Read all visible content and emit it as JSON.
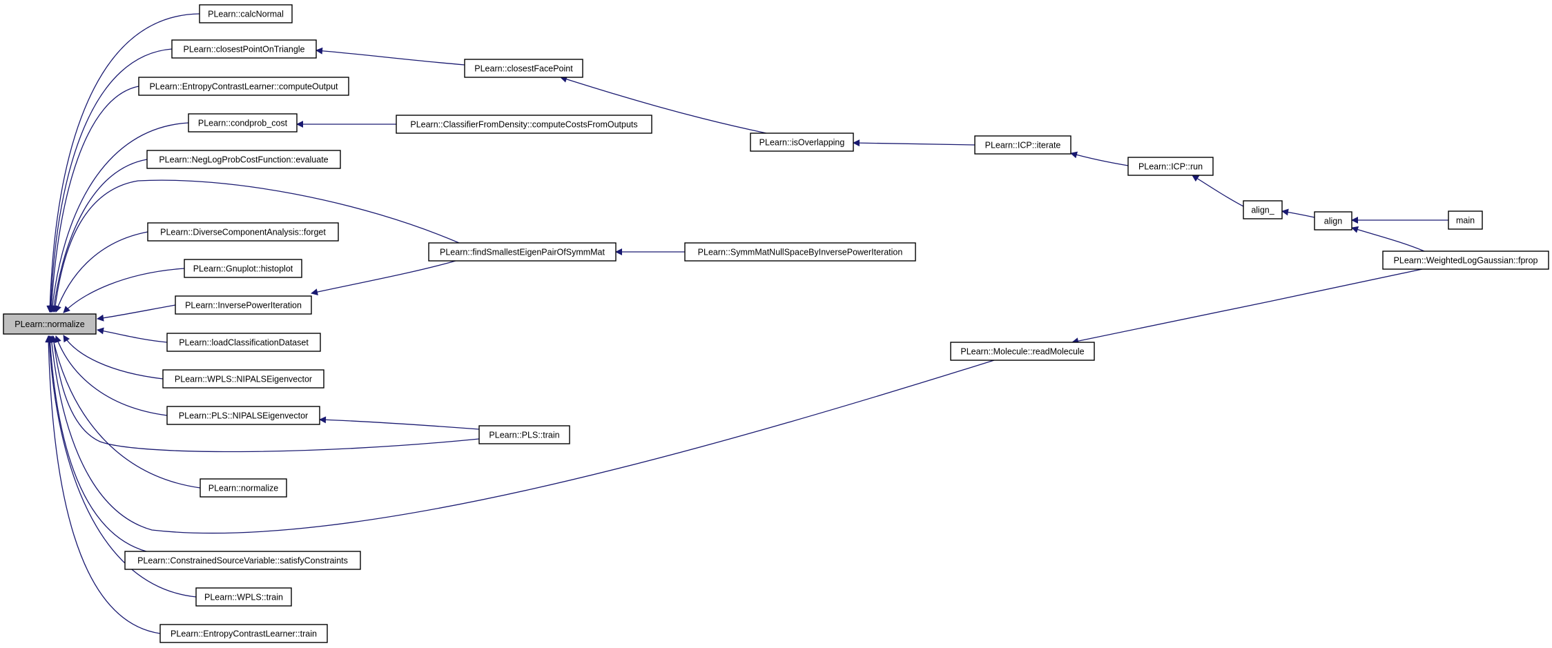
{
  "graph": {
    "title": "",
    "nodes": [
      {
        "id": "n_normalize_root",
        "label": "PLearn::normalize",
        "root": true
      },
      {
        "id": "n_calcNormal",
        "label": "PLearn::calcNormal"
      },
      {
        "id": "n_closestPointOnTriangle",
        "label": "PLearn::closestPointOnTriangle"
      },
      {
        "id": "n_ecl_computeOutput",
        "label": "PLearn::EntropyContrastLearner::computeOutput"
      },
      {
        "id": "n_condprob_cost",
        "label": "PLearn::condprob_cost"
      },
      {
        "id": "n_nlpcf_evaluate",
        "label": "PLearn::NegLogProbCostFunction::evaluate"
      },
      {
        "id": "n_dca_forget",
        "label": "PLearn::DiverseComponentAnalysis::forget"
      },
      {
        "id": "n_gnuplot_histoplot",
        "label": "PLearn::Gnuplot::histoplot"
      },
      {
        "id": "n_inversePowerIteration",
        "label": "PLearn::InversePowerIteration"
      },
      {
        "id": "n_loadClassificationDataset",
        "label": "PLearn::loadClassificationDataset"
      },
      {
        "id": "n_wpls_nipals",
        "label": "PLearn::WPLS::NIPALSEigenvector"
      },
      {
        "id": "n_pls_nipals",
        "label": "PLearn::PLS::NIPALSEigenvector"
      },
      {
        "id": "n_normalize2",
        "label": "PLearn::normalize"
      },
      {
        "id": "n_csv_satisfy",
        "label": "PLearn::ConstrainedSourceVariable::satisfyConstraints"
      },
      {
        "id": "n_wpls_train",
        "label": "PLearn::WPLS::train"
      },
      {
        "id": "n_ecl_train",
        "label": "PLearn::EntropyContrastLearner::train"
      },
      {
        "id": "n_closestFacePoint",
        "label": "PLearn::closestFacePoint"
      },
      {
        "id": "n_cfd_computeCosts",
        "label": "PLearn::ClassifierFromDensity::computeCostsFromOutputs"
      },
      {
        "id": "n_findSmallestEigenPair",
        "label": "PLearn::findSmallestEigenPairOfSymmMat"
      },
      {
        "id": "n_pls_train",
        "label": "PLearn::PLS::train"
      },
      {
        "id": "n_symmMatNullSpace",
        "label": "PLearn::SymmMatNullSpaceByInversePowerIteration"
      },
      {
        "id": "n_isOverlapping",
        "label": "PLearn::isOverlapping"
      },
      {
        "id": "n_icp_iterate",
        "label": "PLearn::ICP::iterate"
      },
      {
        "id": "n_icp_run",
        "label": "PLearn::ICP::run"
      },
      {
        "id": "n_align_",
        "label": "align_"
      },
      {
        "id": "n_align",
        "label": "align"
      },
      {
        "id": "n_main",
        "label": "main"
      },
      {
        "id": "n_wlg_fprop",
        "label": "PLearn::WeightedLogGaussian::fprop"
      },
      {
        "id": "n_molecule_read",
        "label": "PLearn::Molecule::readMolecule"
      }
    ],
    "edges": [
      {
        "from": "n_calcNormal",
        "to": "n_normalize_root"
      },
      {
        "from": "n_closestPointOnTriangle",
        "to": "n_normalize_root"
      },
      {
        "from": "n_ecl_computeOutput",
        "to": "n_normalize_root"
      },
      {
        "from": "n_condprob_cost",
        "to": "n_normalize_root"
      },
      {
        "from": "n_nlpcf_evaluate",
        "to": "n_normalize_root"
      },
      {
        "from": "n_findSmallestEigenPair",
        "to": "n_normalize_root"
      },
      {
        "from": "n_dca_forget",
        "to": "n_normalize_root"
      },
      {
        "from": "n_gnuplot_histoplot",
        "to": "n_normalize_root"
      },
      {
        "from": "n_inversePowerIteration",
        "to": "n_normalize_root"
      },
      {
        "from": "n_loadClassificationDataset",
        "to": "n_normalize_root"
      },
      {
        "from": "n_wpls_nipals",
        "to": "n_normalize_root"
      },
      {
        "from": "n_pls_nipals",
        "to": "n_normalize_root"
      },
      {
        "from": "n_pls_train",
        "to": "n_normalize_root"
      },
      {
        "from": "n_normalize2",
        "to": "n_normalize_root"
      },
      {
        "from": "n_molecule_read",
        "to": "n_normalize_root"
      },
      {
        "from": "n_csv_satisfy",
        "to": "n_normalize_root"
      },
      {
        "from": "n_wpls_train",
        "to": "n_normalize_root"
      },
      {
        "from": "n_ecl_train",
        "to": "n_normalize_root"
      },
      {
        "from": "n_closestFacePoint",
        "to": "n_closestPointOnTriangle"
      },
      {
        "from": "n_cfd_computeCosts",
        "to": "n_condprob_cost"
      },
      {
        "from": "n_findSmallestEigenPair",
        "to": "n_inversePowerIteration"
      },
      {
        "from": "n_symmMatNullSpace",
        "to": "n_findSmallestEigenPair"
      },
      {
        "from": "n_pls_train",
        "to": "n_pls_nipals"
      },
      {
        "from": "n_isOverlapping",
        "to": "n_closestFacePoint"
      },
      {
        "from": "n_icp_iterate",
        "to": "n_isOverlapping"
      },
      {
        "from": "n_icp_run",
        "to": "n_icp_iterate"
      },
      {
        "from": "n_align_",
        "to": "n_icp_run"
      },
      {
        "from": "n_align",
        "to": "n_align_"
      },
      {
        "from": "n_main",
        "to": "n_align"
      },
      {
        "from": "n_wlg_fprop",
        "to": "n_align"
      },
      {
        "from": "n_wlg_fprop",
        "to": "n_molecule_read"
      }
    ],
    "colors": {
      "edge": "#191970",
      "root_fill": "#bfbfbf",
      "node_fill": "#ffffff",
      "node_stroke": "#000000"
    }
  }
}
